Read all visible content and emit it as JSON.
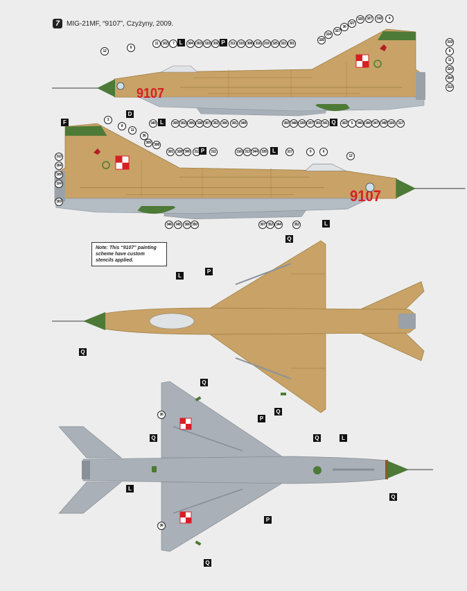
{
  "header": {
    "number": "7",
    "title": "MIG-21MF, “9107”, Czyżyny, 2009."
  },
  "note": "Note: This “9107” painting scheme have custom stencils applied.",
  "registration": "9107",
  "colors": {
    "tan": "#c8a266",
    "grey": "#b4bcc4",
    "green": "#4d7a36",
    "red": "#d61f26",
    "background": "#ededed"
  },
  "side_view_left": {
    "top_callouts": [
      "11",
      "102",
      "7",
      "L",
      "304",
      "303",
      "310",
      "302",
      "P",
      "311",
      "310",
      "308",
      "316",
      "319",
      "325",
      "321",
      "301",
      "326",
      "334",
      "327",
      "36",
      "327",
      "325",
      "327",
      "318",
      "4"
    ],
    "right_callouts": [
      "319",
      "8",
      "11",
      "320",
      "304",
      "313"
    ],
    "bottom_callouts": [
      "340",
      "L",
      "305",
      "302",
      "305",
      "338",
      "307",
      "352",
      "306",
      "301",
      "349",
      "350",
      "348",
      "339",
      "337",
      "301",
      "341",
      "Q",
      "302",
      "5",
      "340",
      "306",
      "347",
      "348",
      "329",
      "317"
    ],
    "nose_callouts": [
      "12",
      "6",
      "D"
    ]
  },
  "side_view_right": {
    "tail_callouts": [
      "F",
      "3",
      "8",
      "11",
      "36",
      "309",
      "308"
    ],
    "left_callouts": [
      "313",
      "304",
      "309",
      "324",
      "303"
    ],
    "top_callouts": [
      "301",
      "328",
      "306",
      "313",
      "P",
      "311",
      "316",
      "313",
      "344",
      "335",
      "L",
      "317",
      "9",
      "6",
      "12"
    ],
    "bottom_callouts": [
      "346",
      "345",
      "306",
      "350",
      "307",
      "352",
      "344",
      "352",
      "L"
    ]
  },
  "top_view": {
    "callouts": [
      "Q",
      "P",
      "L",
      "Q"
    ]
  },
  "bottom_view": {
    "callouts": [
      "Q",
      "36",
      "P",
      "Q",
      "Q",
      "Q",
      "L",
      "L",
      "P",
      "36",
      "Q",
      "Q"
    ]
  }
}
